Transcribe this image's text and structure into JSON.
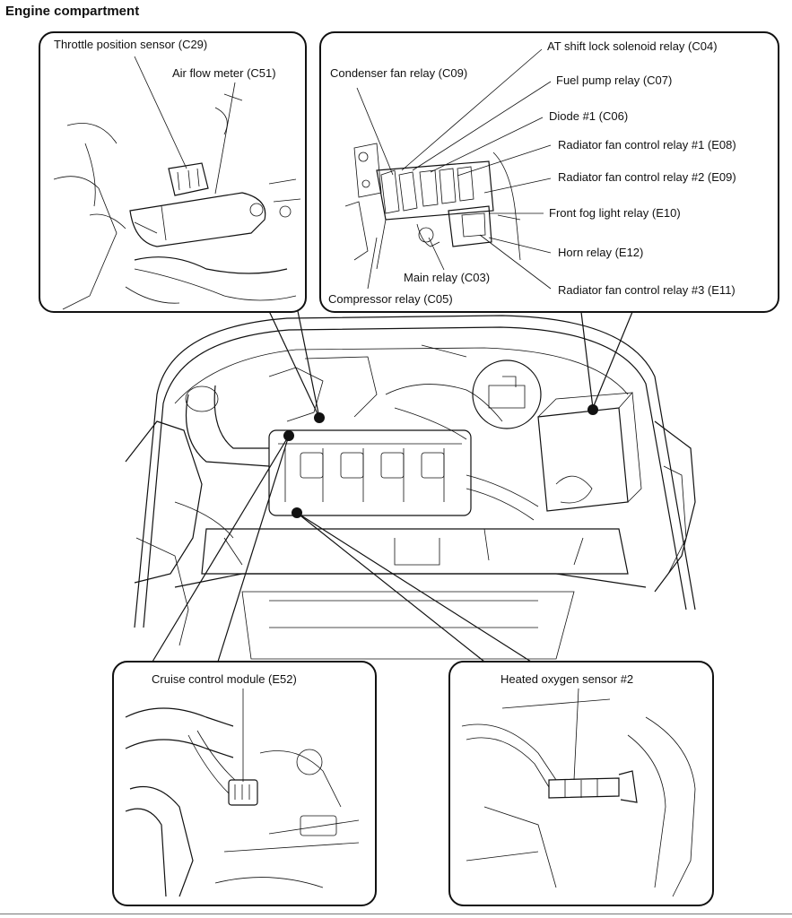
{
  "title": "Engine compartment",
  "panels": {
    "throttle": {
      "throttle_position_sensor": "Throttle position sensor (C29)",
      "air_flow_meter": "Air flow meter (C51)"
    },
    "relay_box": {
      "condenser_fan_relay": "Condenser fan relay (C09)",
      "at_shift_lock_relay": "AT shift lock solenoid relay (C04)",
      "fuel_pump_relay": "Fuel pump relay (C07)",
      "diode_1": "Diode #1 (C06)",
      "radiator_fan_relay_1": "Radiator fan control relay #1 (E08)",
      "radiator_fan_relay_2": "Radiator fan control relay #2 (E09)",
      "front_fog_light_relay": "Front fog light relay (E10)",
      "horn_relay": "Horn relay (E12)",
      "main_relay": "Main relay (C03)",
      "radiator_fan_relay_3": "Radiator fan control relay #3 (E11)",
      "compressor_relay": "Compressor relay (C05)"
    },
    "cruise": {
      "cruise_control_module": "Cruise control module (E52)"
    },
    "oxygen": {
      "heated_oxygen_sensor": "Heated oxygen sensor #2"
    }
  }
}
